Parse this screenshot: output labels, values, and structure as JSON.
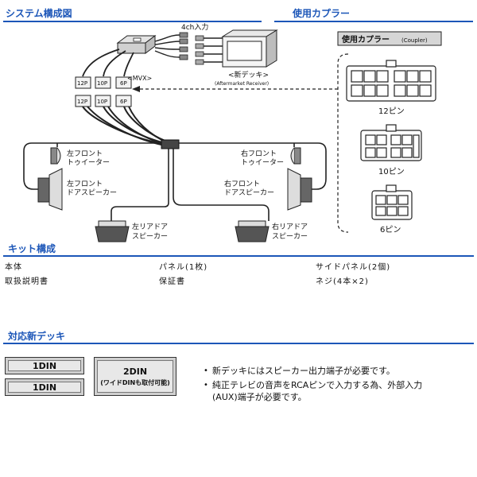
{
  "headers": {
    "system": "システム構成図",
    "couplers": "使用カプラー",
    "kit": "キット構成",
    "decks": "対応新デッキ"
  },
  "diagram": {
    "input_label": "4ch入力",
    "mvx_label": "<MVX>",
    "deck_label": "<新デッキ>",
    "deck_sub": "(Aftermarket Receiver)",
    "connectors_top": [
      "12P",
      "10P",
      "6P"
    ],
    "connectors_bottom": [
      "12P",
      "10P",
      "6P"
    ],
    "front_left_tweeter": [
      "左フロント",
      "トゥイーター"
    ],
    "front_left_door": [
      "左フロント",
      "ドアスピーカー"
    ],
    "front_right_tweeter": [
      "右フロント",
      "トゥイーター"
    ],
    "front_right_door": [
      "右フロント",
      "ドアスピーカー"
    ],
    "rear_left": [
      "左リアドア",
      "スピーカー"
    ],
    "rear_right": [
      "右リアドア",
      "スピーカー"
    ]
  },
  "couplers": {
    "title_main": "使用カプラー",
    "title_sub": "(Coupler)",
    "labels": [
      "12ピン",
      "10ピン",
      "6ピン"
    ]
  },
  "kit": {
    "rows": [
      [
        "本体",
        "パネル(1枚)",
        "サイドパネル(2個)"
      ],
      [
        "取扱説明書",
        "保証書",
        "ネジ(4本×2)"
      ]
    ]
  },
  "decks": {
    "din1_top": "1DIN",
    "din1_bottom": "1DIN",
    "din2": "2DIN",
    "din2_sub": "(ワイドDINも取付可能)",
    "notes": [
      "新デッキにはスピーカー出力端子が必要です。",
      "純正テレビの音声をRCAピンで入力する為、外部入力",
      "(AUX)端子が必要です。"
    ]
  }
}
